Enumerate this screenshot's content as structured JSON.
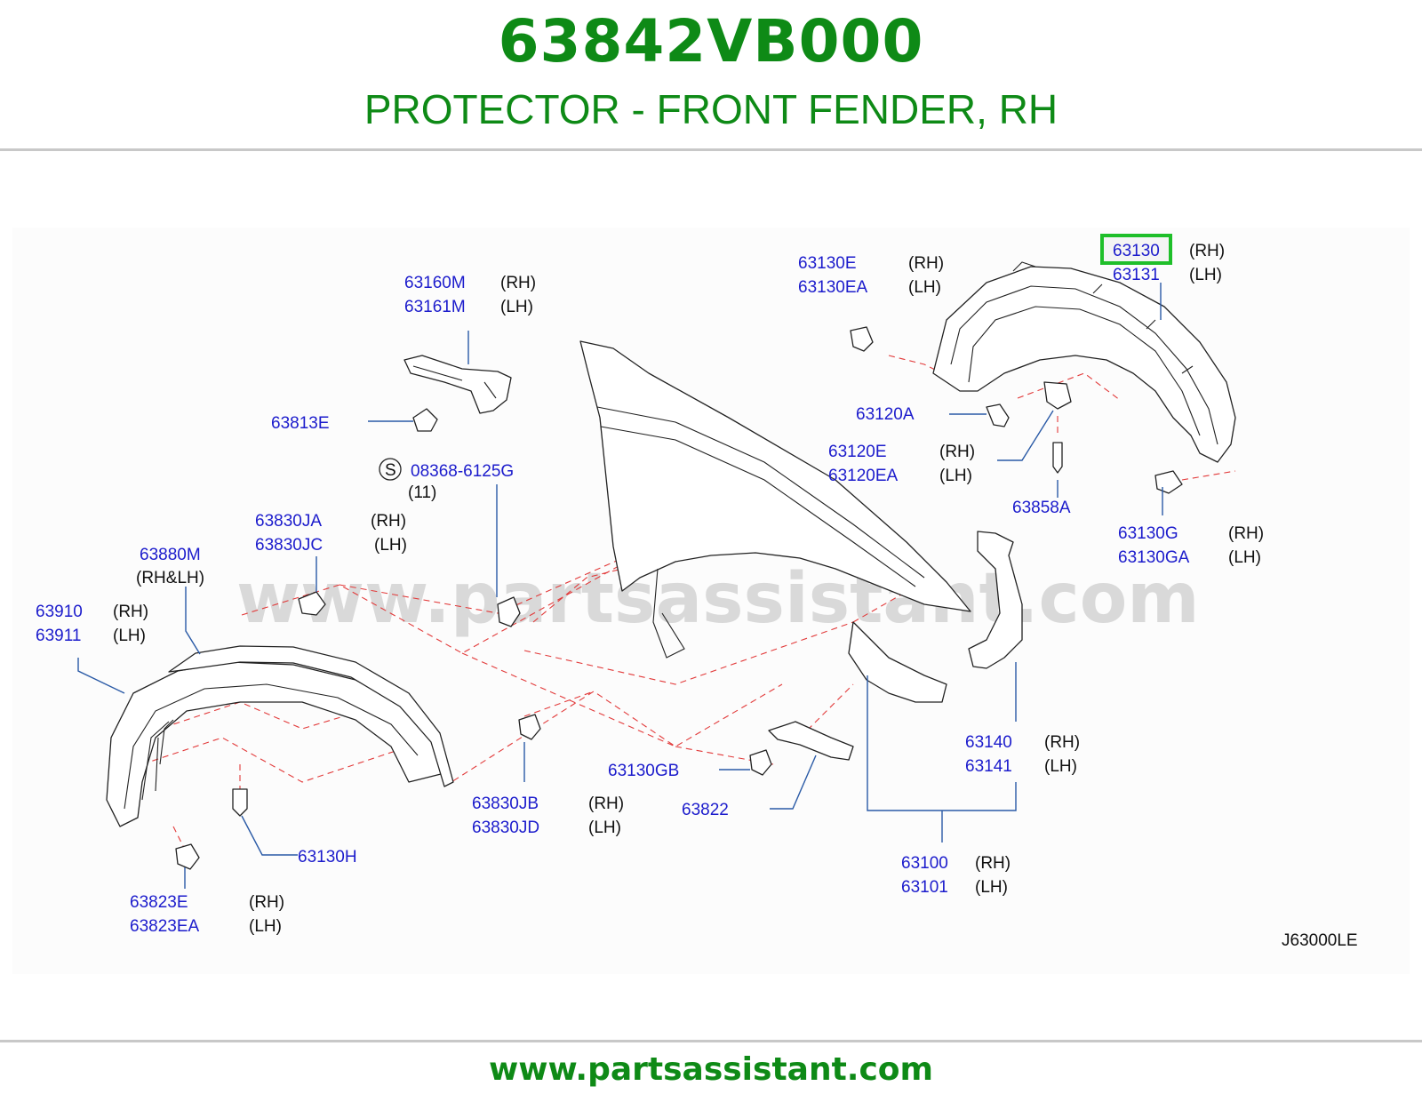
{
  "header": {
    "part_number": "63842VB000",
    "description": "PROTECTOR - FRONT FENDER, RH"
  },
  "footer": {
    "site_url": "www.partsassistant.com"
  },
  "diagram": {
    "watermark": "www.partsassistant.com",
    "diagram_code": "J63000LE",
    "highlight_color": "#1fbf2a",
    "callouts": [
      {
        "part": "63130",
        "side": "(RH)",
        "highlighted": true
      },
      {
        "part": "63131",
        "side": "(LH)"
      },
      {
        "part": "63130E",
        "side": "(RH)"
      },
      {
        "part": "63130EA",
        "side": "(LH)"
      },
      {
        "part": "63160M",
        "side": "(RH)"
      },
      {
        "part": "63161M",
        "side": "(LH)"
      },
      {
        "part": "63813E",
        "side": ""
      },
      {
        "part": "63120A",
        "side": ""
      },
      {
        "part": "63120E",
        "side": "(RH)"
      },
      {
        "part": "63120EA",
        "side": "(LH)"
      },
      {
        "part": "08368-6125G",
        "side": "(11)",
        "symbol": "S"
      },
      {
        "part": "63858A",
        "side": ""
      },
      {
        "part": "63830JA",
        "side": "(RH)"
      },
      {
        "part": "63830JC",
        "side": "(LH)"
      },
      {
        "part": "63130G",
        "side": "(RH)"
      },
      {
        "part": "63130GA",
        "side": "(LH)"
      },
      {
        "part": "63880M",
        "side": "(RH&LH)"
      },
      {
        "part": "63910",
        "side": "(RH)"
      },
      {
        "part": "63911",
        "side": "(LH)"
      },
      {
        "part": "63140",
        "side": "(RH)"
      },
      {
        "part": "63141",
        "side": "(LH)"
      },
      {
        "part": "63130GB",
        "side": ""
      },
      {
        "part": "63830JB",
        "side": "(RH)"
      },
      {
        "part": "63830JD",
        "side": "(LH)"
      },
      {
        "part": "63822",
        "side": ""
      },
      {
        "part": "63130H",
        "side": ""
      },
      {
        "part": "63100",
        "side": "(RH)"
      },
      {
        "part": "63101",
        "side": "(LH)"
      },
      {
        "part": "63823E",
        "side": "(RH)"
      },
      {
        "part": "63823EA",
        "side": "(LH)"
      }
    ]
  }
}
